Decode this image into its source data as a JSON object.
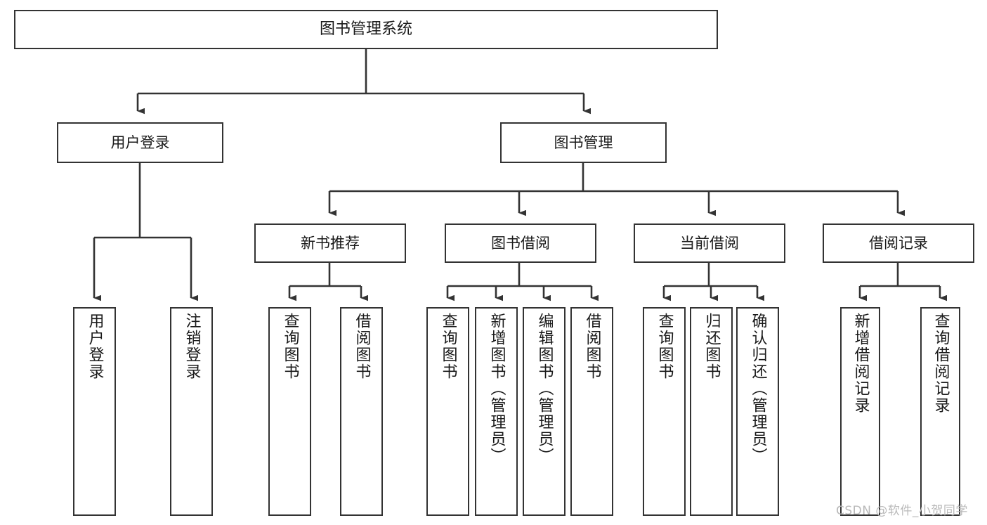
{
  "diagram": {
    "title": "图书管理系统",
    "type": "tree",
    "background": "#ffffff",
    "line_color": "#333333",
    "box_border_color": "#333333",
    "box_fill": "#ffffff",
    "text_color": "#1a1a1a"
  },
  "watermark": {
    "text": "CSDN @软件_小贺同学",
    "color": "#b9b9b9"
  },
  "nodes": {
    "root": {
      "label": "图书管理系统"
    },
    "level1": [
      {
        "id": "user-login",
        "label": "用户登录"
      },
      {
        "id": "book-manage",
        "label": "图书管理"
      }
    ],
    "level2": [
      {
        "id": "new-book-rec",
        "label": "新书推荐"
      },
      {
        "id": "book-borrow",
        "label": "图书借阅"
      },
      {
        "id": "current-borrow",
        "label": "当前借阅"
      },
      {
        "id": "borrow-record",
        "label": "借阅记录"
      }
    ],
    "leaves": {
      "user_login": [
        {
          "id": "leaf-user-login",
          "label": "用户登录"
        },
        {
          "id": "leaf-logout",
          "label": "注销登录"
        }
      ],
      "new_book_rec": [
        {
          "id": "leaf-query-book-1",
          "label": "查询图书"
        },
        {
          "id": "leaf-borrow-book-1",
          "label": "借阅图书"
        }
      ],
      "book_borrow": [
        {
          "id": "leaf-query-book-2",
          "label": "查询图书"
        },
        {
          "id": "leaf-add-book",
          "label": "新增图书（管理员）"
        },
        {
          "id": "leaf-edit-book",
          "label": "编辑图书（管理员）"
        },
        {
          "id": "leaf-borrow-book-2",
          "label": "借阅图书"
        }
      ],
      "current_borrow": [
        {
          "id": "leaf-query-book-3",
          "label": "查询图书"
        },
        {
          "id": "leaf-return-book",
          "label": "归还图书"
        },
        {
          "id": "leaf-confirm-return",
          "label": "确认归还（管理员）"
        }
      ],
      "borrow_record": [
        {
          "id": "leaf-add-record",
          "label": "新增借阅记录"
        },
        {
          "id": "leaf-query-record",
          "label": "查询借阅记录"
        }
      ]
    }
  }
}
